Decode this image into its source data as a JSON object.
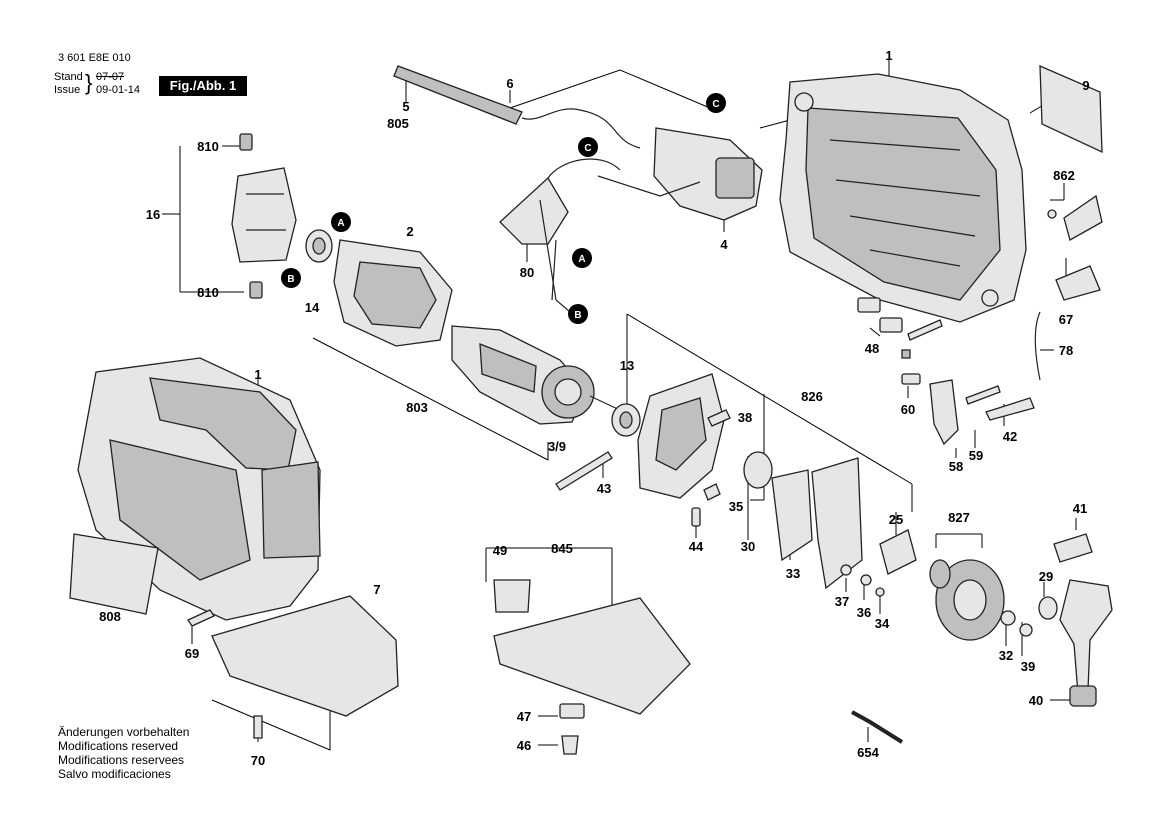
{
  "header": {
    "doc_number": "3 601 E8E 010",
    "stand_label": "Stand",
    "issue_label": "Issue",
    "stand_value": "07-07",
    "issue_value": "09-01-14",
    "figure_label": "Fig./Abb. 1"
  },
  "notes": [
    "Änderungen vorbehalten",
    "Modifications reserved",
    "Modifications reservees",
    "Salvo modificaciones"
  ],
  "connector_refs": [
    "A",
    "B",
    "C"
  ],
  "part_numbers": {
    "p1_housing": "1",
    "p1_assembled": "1",
    "p2": "2",
    "p3_9": "3/9",
    "p4": "4",
    "p5": "5",
    "p805": "805",
    "p6": "6",
    "p7": "7",
    "p9": "9",
    "p13": "13",
    "p14": "14",
    "p16": "16",
    "p810_top": "810",
    "p810_bottom": "810",
    "p80": "80",
    "p803": "803",
    "p808": "808",
    "p69": "69",
    "p70": "70",
    "p862": "862",
    "p67": "67",
    "p78": "78",
    "p48": "48",
    "p60": "60",
    "p58": "58",
    "p59": "59",
    "p42": "42",
    "p826": "826",
    "p38": "38",
    "p43": "43",
    "p35": "35",
    "p44": "44",
    "p30": "30",
    "p33": "33",
    "p25": "25",
    "p827": "827",
    "p37": "37",
    "p36": "36",
    "p34": "34",
    "p32": "32",
    "p39": "39",
    "p29": "29",
    "p41": "41",
    "p40": "40",
    "p49": "49",
    "p845": "845",
    "p47": "47",
    "p46": "46",
    "p654": "654"
  }
}
